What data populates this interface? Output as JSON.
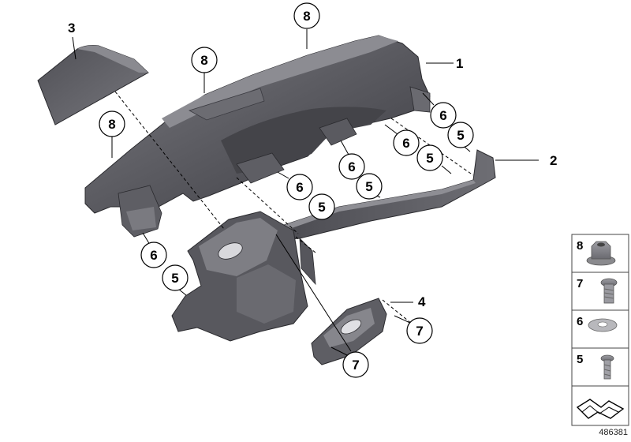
{
  "diagram_id": "486381",
  "callouts": {
    "c1": "1",
    "c2": "2",
    "c3": "3",
    "c4": "4",
    "c8a": "8",
    "c8b": "8",
    "c8c": "8",
    "c6a": "6",
    "c6b": "6",
    "c6c": "6",
    "c6d": "6",
    "c6e": "6",
    "c5a": "5",
    "c5b": "5",
    "c5c": "5",
    "c5d": "5",
    "c5e": "5",
    "c7a": "7",
    "c7b": "7"
  },
  "legend": [
    {
      "number": "8",
      "icon": "nut-icon"
    },
    {
      "number": "7",
      "icon": "screw-icon"
    },
    {
      "number": "6",
      "icon": "washer-icon"
    },
    {
      "number": "5",
      "icon": "clip-screw-icon"
    },
    {
      "number": "",
      "icon": "gasket-icon"
    }
  ]
}
